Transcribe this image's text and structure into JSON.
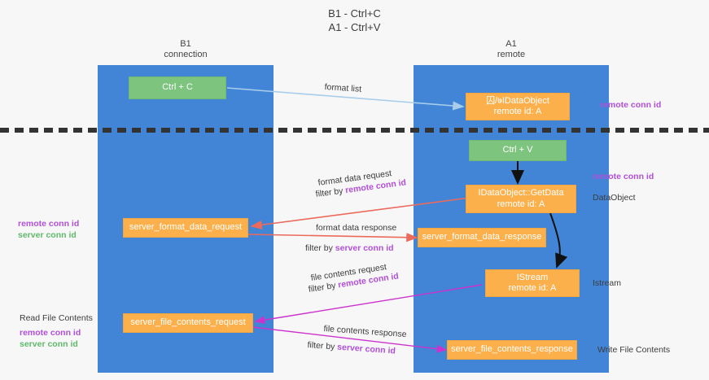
{
  "title": {
    "line1": "B1 - Ctrl+C",
    "line2": "A1 - Ctrl+V"
  },
  "lanes": [
    {
      "name": "B1",
      "role": "connection"
    },
    {
      "name": "A1",
      "role": "remote"
    }
  ],
  "nodes": {
    "ctrl_c": "Ctrl + C",
    "ctrl_v": "Ctrl + V",
    "idataobject_title": "囚/७IDataObject",
    "idataobject_sub": "remote id: A",
    "getdata_title": "IDataObject::GetData",
    "getdata_sub": "remote id: A",
    "istream_title": "IStream",
    "istream_sub": "remote id: A",
    "server_format_data_request": "server_format_data_request",
    "server_format_data_response": "server_format_data_response",
    "server_file_contents_request": "server_file_contents_request",
    "server_file_contents_response": "server_file_contents_response"
  },
  "arrow_labels": {
    "format_list": "format list",
    "format_data_request": "format data request",
    "format_data_request_filter_prefix": "filter by ",
    "format_data_request_filter_key": "remote conn id",
    "format_data_response": "format data response",
    "format_data_response_filter_prefix": "filter by ",
    "format_data_response_filter_key": "server conn id",
    "file_contents_request": "file contents request",
    "file_contents_request_filter_prefix": "filter by ",
    "file_contents_request_filter_key": "remote conn id",
    "file_contents_response": "file contents response",
    "file_contents_response_filter_prefix": "filter by ",
    "file_contents_response_filter_key": "server conn id"
  },
  "annotations": {
    "right_remote_conn_id_top": "remote conn id",
    "right_remote_conn_id_mid": "remote conn id",
    "right_dataobject": "DataObject",
    "right_istream": "Istream",
    "right_write_file_contents": "Write File Contents",
    "left_remote_conn_id": "remote conn id",
    "left_server_conn_id": "server conn id",
    "left_read_file_contents": "Read File Contents",
    "left_remote_conn_id_2": "remote conn id",
    "left_server_conn_id_2": "server conn id"
  },
  "colors": {
    "lane": "#4285d6",
    "green_node": "#7dc57f",
    "orange_node": "#fbb04c",
    "purple_key": "#b14fd8",
    "green_key": "#5fb96b",
    "arrow_light_blue": "#a8cdea",
    "arrow_red": "#ec6a5c",
    "arrow_magenta": "#cc33cc",
    "arrow_black": "#000000",
    "divider": "#333333"
  }
}
